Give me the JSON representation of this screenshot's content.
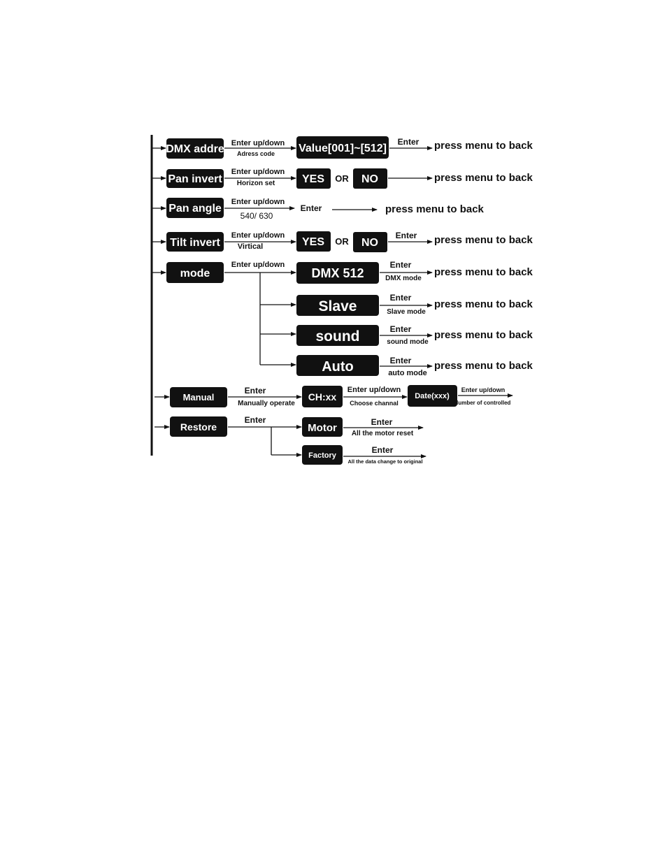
{
  "menu": {
    "dmx_addre": {
      "box": "DMX addre",
      "label_top": "Enter up/down",
      "label_bottom": "Adress code",
      "value_box": "Value[001]~[512]",
      "enter": "Enter",
      "result": "press menu to back"
    },
    "pan_invert": {
      "box": "Pan invert",
      "label_top": "Enter up/down",
      "label_bottom": "Horizon set",
      "yes": "YES",
      "or": "OR",
      "no": "NO",
      "result": "press menu to back"
    },
    "pan_angle": {
      "box": "Pan angle",
      "label_top": "Enter up/down",
      "label_bottom": "540/ 630",
      "enter": "Enter",
      "result": "press menu to back"
    },
    "tilt_invert": {
      "box": "Tilt invert",
      "label_top": "Enter up/down",
      "label_bottom": "Virtical",
      "yes": "YES",
      "or": "OR",
      "no": "NO",
      "enter": "Enter",
      "result": "press menu to back"
    },
    "mode": {
      "box": "mode",
      "label_top": "Enter up/down",
      "options": [
        {
          "box": "DMX 512",
          "enter": "Enter",
          "sub": "DMX mode",
          "result": "press menu to back"
        },
        {
          "box": "Slave",
          "enter": "Enter",
          "sub": "Slave mode",
          "result": "press menu to back"
        },
        {
          "box": "sound",
          "enter": "Enter",
          "sub": "sound mode",
          "result": "press menu to back"
        },
        {
          "box": "Auto",
          "enter": "Enter",
          "sub": "auto mode",
          "result": "press menu to back"
        }
      ]
    },
    "manual": {
      "box": "Manual",
      "label_top": "Enter",
      "label_bottom": "Manually operate",
      "ch_box": "CH:xx",
      "ch_label_top": "Enter up/down",
      "ch_label_bottom": "Choose channal",
      "date_box": "Date(xxx)",
      "date_label_top": "Enter up/down",
      "date_label_bottom": "Number of controlled"
    },
    "restore": {
      "box": "Restore",
      "label_top": "Enter",
      "motor_box": "Motor",
      "motor_enter": "Enter",
      "motor_sub": "All the motor reset",
      "factory_box": "Factory",
      "factory_enter": "Enter",
      "factory_sub": "All the data change to original"
    }
  }
}
